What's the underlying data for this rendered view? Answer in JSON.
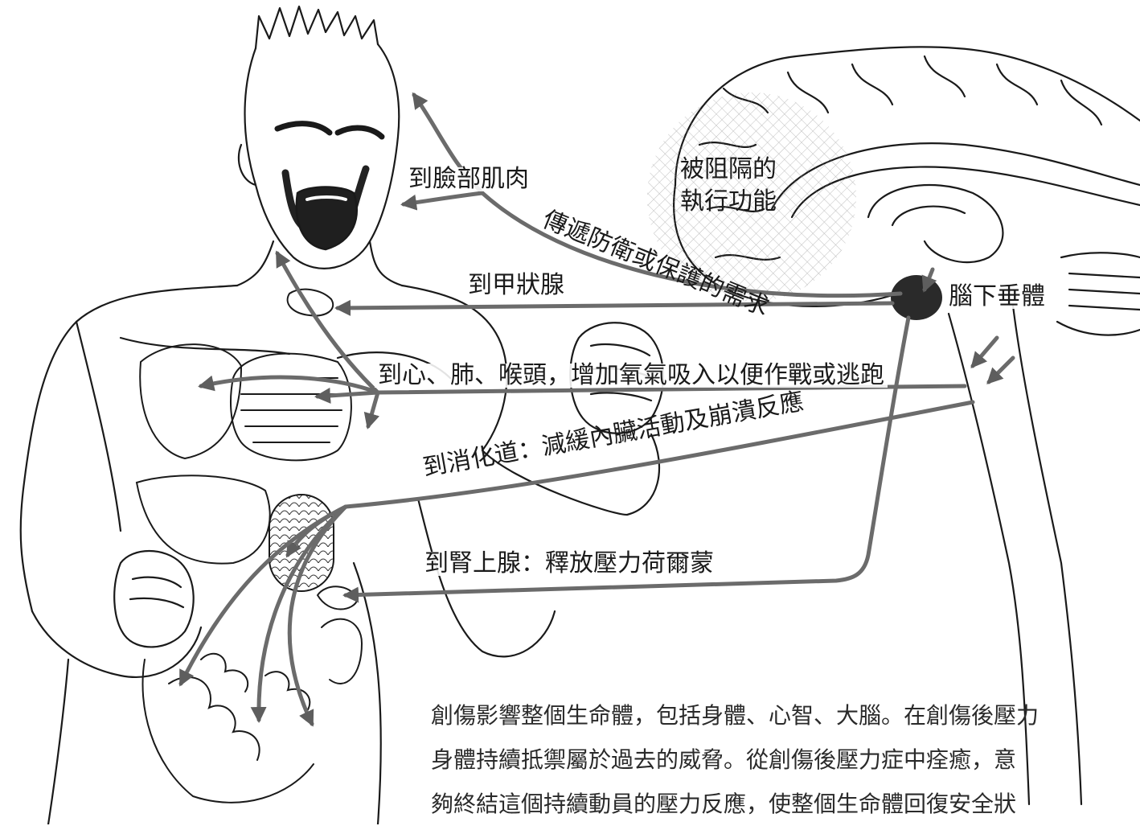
{
  "labels": {
    "face_muscles": "到臉部肌肉",
    "defense_need": "傳遞防衛或保護的需求",
    "thyroid": "到甲狀腺",
    "heart_lungs": "到心、肺、喉頭，增加氧氣吸入以便作戰或逃跑",
    "digestive": "到消化道：減緩內臟活動及崩潰反應",
    "adrenal": "到腎上腺：釋放壓力荷爾蒙",
    "blocked_executive_line1": "被阻隔的",
    "blocked_executive_line2": "執行功能",
    "pituitary": "腦下垂體"
  },
  "caption": {
    "line1": "創傷影響整個生命體，包括身體、心智、大腦。在創傷後壓力",
    "line2": "身體持續抵禦屬於過去的威脅。從創傷後壓力症中痊癒，意",
    "line3": "夠終結這個持續動員的壓力反應，使整個生命體回復安全狀"
  },
  "colors": {
    "ink": "#1a1a1a",
    "arrow": "#6b6b6b",
    "hatch": "#8a8a8a"
  }
}
